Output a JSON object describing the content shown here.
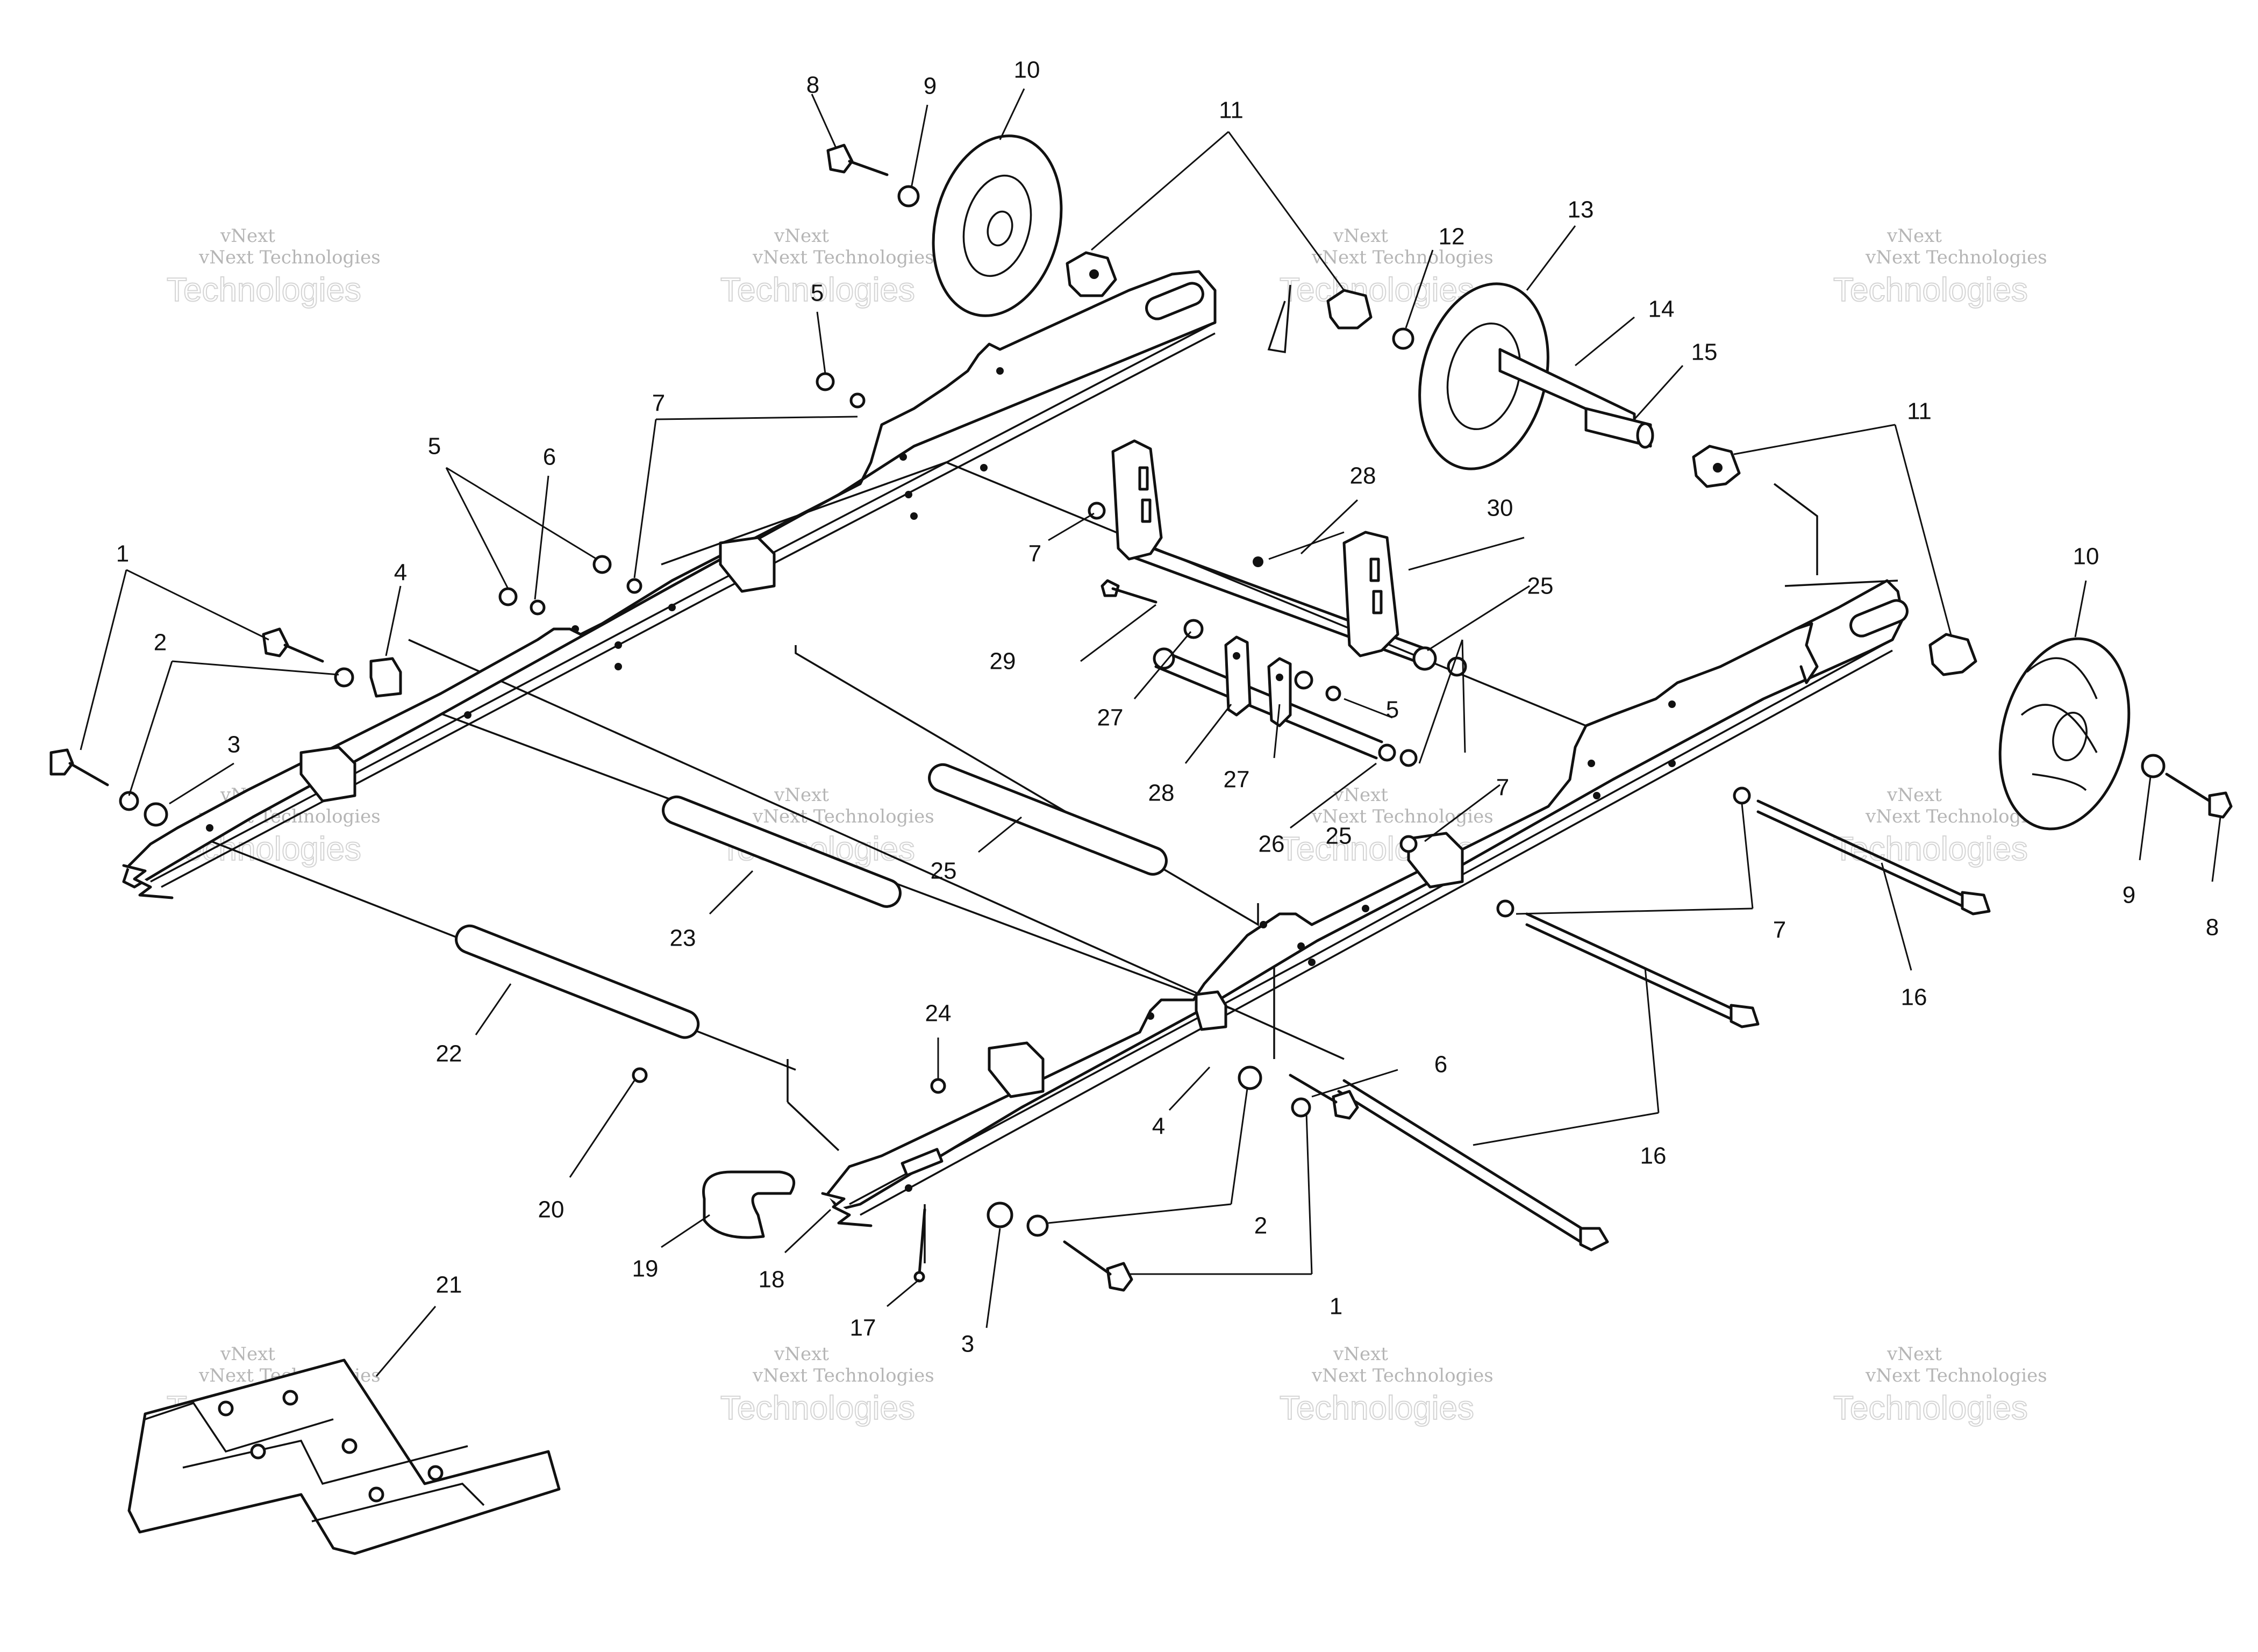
{
  "watermark": {
    "line1": "vNext",
    "line2": "vNext Technologies",
    "line3": "Technologies"
  },
  "callouts": [
    {
      "id": "c1a",
      "text": "1"
    },
    {
      "id": "c1b",
      "text": "1"
    },
    {
      "id": "c2a",
      "text": "2"
    },
    {
      "id": "c2b",
      "text": "2"
    },
    {
      "id": "c3a",
      "text": "3"
    },
    {
      "id": "c3b",
      "text": "3"
    },
    {
      "id": "c4a",
      "text": "4"
    },
    {
      "id": "c4b",
      "text": "4"
    },
    {
      "id": "c5a",
      "text": "5"
    },
    {
      "id": "c5b",
      "text": "5"
    },
    {
      "id": "c5c",
      "text": "5"
    },
    {
      "id": "c6a",
      "text": "6"
    },
    {
      "id": "c6b",
      "text": "6"
    },
    {
      "id": "c7a",
      "text": "7"
    },
    {
      "id": "c7b",
      "text": "7"
    },
    {
      "id": "c7c",
      "text": "7"
    },
    {
      "id": "c7d",
      "text": "7"
    },
    {
      "id": "c8a",
      "text": "8"
    },
    {
      "id": "c8b",
      "text": "8"
    },
    {
      "id": "c9a",
      "text": "9"
    },
    {
      "id": "c9b",
      "text": "9"
    },
    {
      "id": "c10a",
      "text": "10"
    },
    {
      "id": "c10b",
      "text": "10"
    },
    {
      "id": "c11a",
      "text": "11"
    },
    {
      "id": "c11b",
      "text": "11"
    },
    {
      "id": "c12",
      "text": "12"
    },
    {
      "id": "c13",
      "text": "13"
    },
    {
      "id": "c14",
      "text": "14"
    },
    {
      "id": "c15",
      "text": "15"
    },
    {
      "id": "c16a",
      "text": "16"
    },
    {
      "id": "c16b",
      "text": "16"
    },
    {
      "id": "c17",
      "text": "17"
    },
    {
      "id": "c18",
      "text": "18"
    },
    {
      "id": "c19",
      "text": "19"
    },
    {
      "id": "c20",
      "text": "20"
    },
    {
      "id": "c21",
      "text": "21"
    },
    {
      "id": "c22",
      "text": "22"
    },
    {
      "id": "c23",
      "text": "23"
    },
    {
      "id": "c24",
      "text": "24"
    },
    {
      "id": "c25a",
      "text": "25"
    },
    {
      "id": "c25b",
      "text": "25"
    },
    {
      "id": "c25c",
      "text": "25"
    },
    {
      "id": "c26",
      "text": "26"
    },
    {
      "id": "c27a",
      "text": "27"
    },
    {
      "id": "c27b",
      "text": "27"
    },
    {
      "id": "c28a",
      "text": "28"
    },
    {
      "id": "c28b",
      "text": "28"
    },
    {
      "id": "c29",
      "text": "29"
    },
    {
      "id": "c30",
      "text": "30"
    }
  ]
}
